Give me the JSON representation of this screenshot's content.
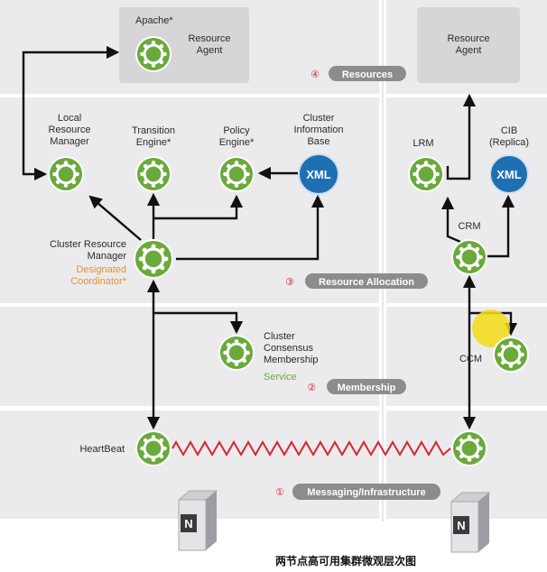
{
  "nodes": {
    "apache": "Apache*",
    "resource_agent_left": "Resource\nAgent",
    "resource_agent_right": "Resource\nAgent",
    "lrm_left": "Local\nResource\nManager",
    "transition_engine": "Transition\nEngine*",
    "policy_engine": "Policy\nEngine*",
    "cib_left": "Cluster\nInformation\nBase",
    "crm_left": "Cluster Resource\nManager",
    "designated_coordinator": "Designated\nCoordinator*",
    "consensus": "Cluster\nConsensus\nMembership",
    "service": "Service",
    "heartbeat": "HeartBeat",
    "lrm_right": "LRM",
    "cib_right": "CIB\n(Replica)",
    "crm_right": "CRM",
    "ccm": "CCM",
    "xml": "XML",
    "server": "N"
  },
  "layers": [
    {
      "num": "④",
      "label": "Resources"
    },
    {
      "num": "③",
      "label": "Resource Allocation"
    },
    {
      "num": "②",
      "label": "Membership"
    },
    {
      "num": "①",
      "label": "Messaging/Infrastructure"
    }
  ],
  "caption": "两节点高可用集群微观层次图",
  "colors": {
    "band": "#ebebee",
    "gear_green": "#6aa93b",
    "xml_blue": "#1f6fb3",
    "pill": "#8c8c8c",
    "heartbeat_line": "#d8262e",
    "highlight": "#f2dc1a"
  }
}
